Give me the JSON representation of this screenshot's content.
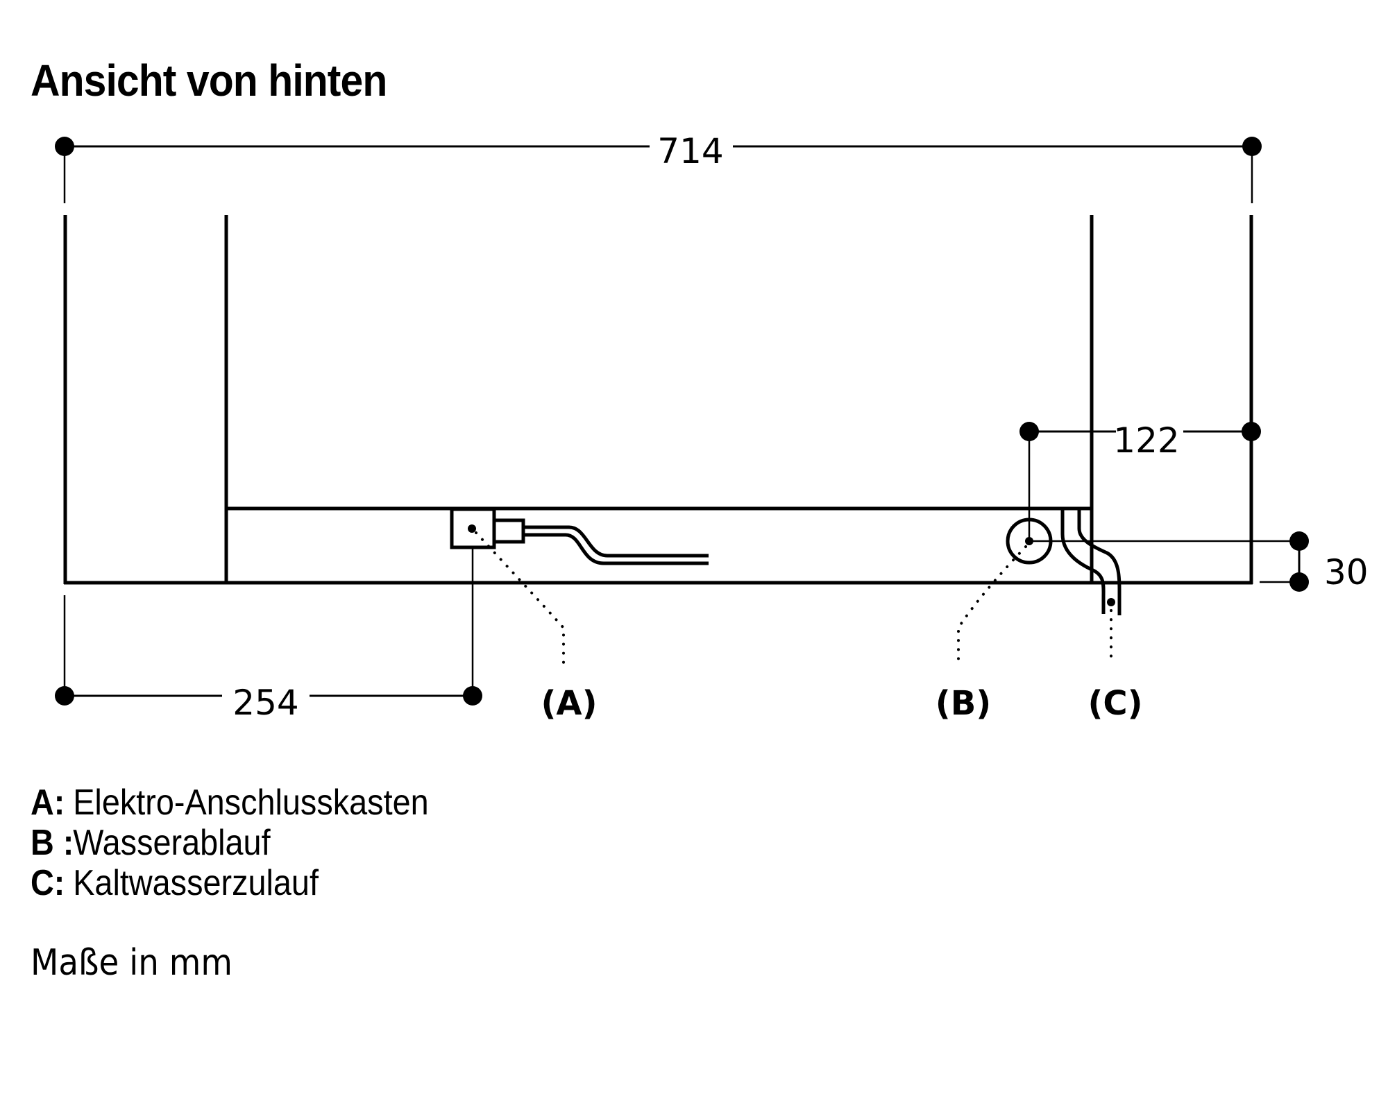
{
  "title": "Ansicht von hinten",
  "dimensions": {
    "total_width": "714",
    "connector_offset": "254",
    "drain_offset": "122",
    "drain_height": "30"
  },
  "callouts": {
    "a": "(A)",
    "b": "(B)",
    "c": "(C)"
  },
  "legend": [
    {
      "key": "A:",
      "label": "Elektro-Anschlusskasten"
    },
    {
      "key": "B :",
      "label": "Wasserablauf"
    },
    {
      "key": "C:",
      "label": "Kaltwasserzulauf"
    }
  ],
  "units_note": "Maße in mm",
  "colors": {
    "line": "#000000",
    "background": "#ffffff"
  }
}
